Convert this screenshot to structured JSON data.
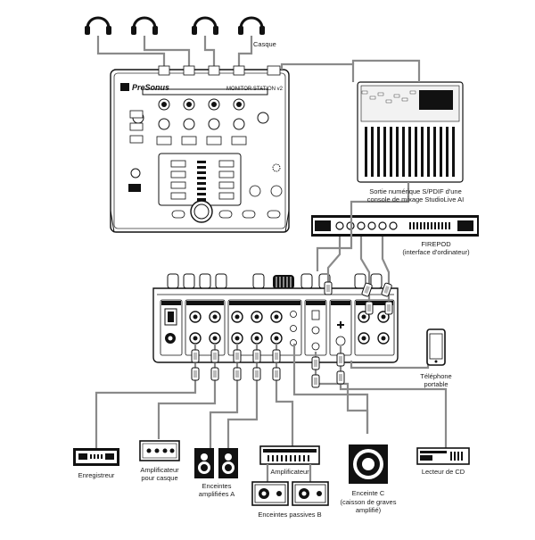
{
  "labels": {
    "casque": "Casque",
    "sortie": "Sortie numérique S/PDIF d'une console de mixage StudioLive AI",
    "firepod": "FIREPOD",
    "firepod_sub": "(interface d'ordinateur)",
    "telephone": "Téléphone portable",
    "enregistreur": "Enregistreur",
    "ampli_casque": "Amplificateur pour casque",
    "enceintes_a": "Enceintes amplifiées A",
    "amplificateur": "Amplificateur",
    "enceintes_b": "Enceintes passives B",
    "enceinte_c": "Enceinte C",
    "enceinte_c_sub": "(caisson de graves amplifié)",
    "lecteur_cd": "Lecteur de CD"
  },
  "device": {
    "brand": "PreSonus",
    "model": "MONITOR STATION v2"
  },
  "icons": {
    "headphones": "headphones-icon",
    "speaker": "speaker-icon",
    "phone": "phone-icon"
  },
  "colors": {
    "line": "#1a1a1a",
    "cable": "#8a8a8a",
    "panel": "#f2f2f2",
    "dark": "#111111"
  }
}
